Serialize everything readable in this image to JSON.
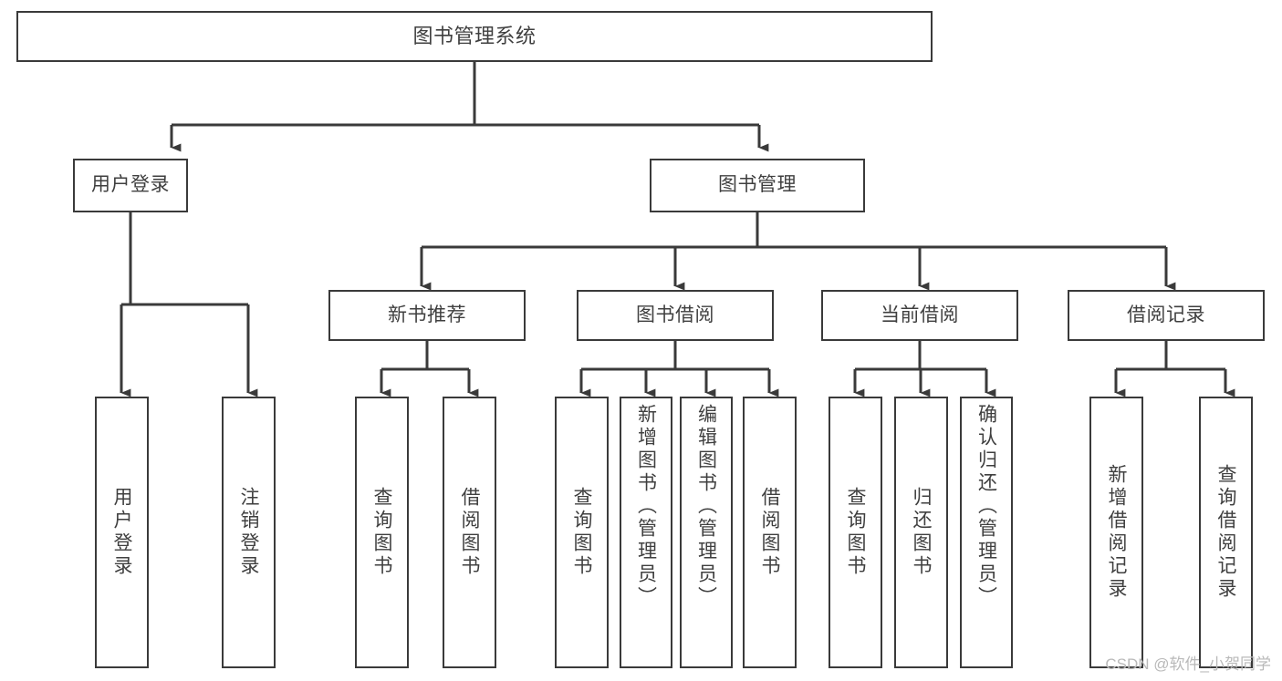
{
  "diagram": {
    "type": "tree-hierarchy",
    "title": "图书管理系统",
    "watermark": "CSDN @软件_小贺同学",
    "colors": {
      "background": "#ffffff",
      "box_fill": "#ffffff",
      "box_border": "#3a3a3a",
      "connector": "#3a3a3a",
      "text": "#3f3f3f",
      "watermark_text": "#b9b9b9"
    },
    "nodes": {
      "root": {
        "label": "图书管理系统"
      },
      "level2": [
        {
          "id": "user-login",
          "label": "用户登录"
        },
        {
          "id": "book-manage",
          "label": "图书管理"
        }
      ],
      "level3": [
        {
          "id": "new-book-recommend",
          "label": "新书推荐"
        },
        {
          "id": "book-borrow",
          "label": "图书借阅"
        },
        {
          "id": "current-borrow",
          "label": "当前借阅"
        },
        {
          "id": "borrow-record",
          "label": "借阅记录"
        }
      ],
      "leaves": {
        "user-login": [
          {
            "id": "leaf-user-login",
            "label": "用户登录"
          },
          {
            "id": "leaf-user-logout",
            "label": "注销登录"
          }
        ],
        "new-book-recommend": [
          {
            "id": "leaf-query-book-1",
            "label": "查询图书"
          },
          {
            "id": "leaf-borrow-book-1",
            "label": "借阅图书"
          }
        ],
        "book-borrow": [
          {
            "id": "leaf-query-book-2",
            "label": "查询图书"
          },
          {
            "id": "leaf-add-book",
            "label": "新增图书（管理员）"
          },
          {
            "id": "leaf-edit-book",
            "label": "编辑图书（管理员）"
          },
          {
            "id": "leaf-borrow-book-2",
            "label": "借阅图书"
          }
        ],
        "current-borrow": [
          {
            "id": "leaf-query-book-3",
            "label": "查询图书"
          },
          {
            "id": "leaf-return-book",
            "label": "归还图书"
          },
          {
            "id": "leaf-confirm-return",
            "label": "确认归还（管理员）"
          }
        ],
        "borrow-record": [
          {
            "id": "leaf-add-record",
            "label": "新增借阅记录"
          },
          {
            "id": "leaf-query-record",
            "label": "查询借阅记录"
          }
        ]
      }
    }
  }
}
